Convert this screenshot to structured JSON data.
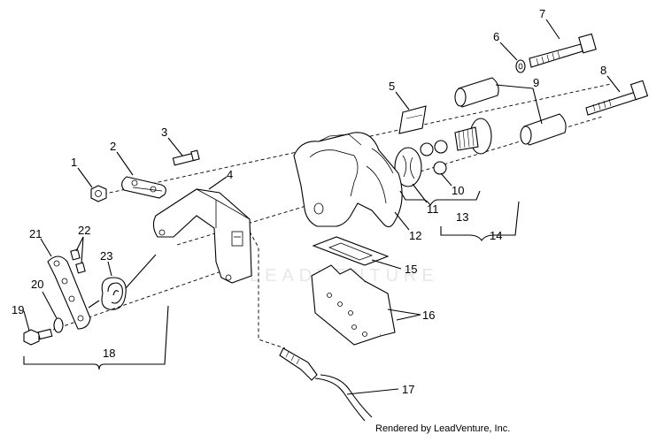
{
  "callouts": {
    "c1": "1",
    "c2": "2",
    "c3": "3",
    "c4": "4",
    "c5": "5",
    "c6": "6",
    "c7": "7",
    "c8": "8",
    "c9": "9",
    "c10": "10",
    "c11": "11",
    "c12": "12",
    "c13": "13",
    "c14": "14",
    "c15": "15",
    "c16": "16",
    "c17": "17",
    "c18": "18",
    "c19": "19",
    "c20": "20",
    "c21": "21",
    "c22": "22",
    "c23": "23"
  },
  "footer": "Rendered by LeadVenture, Inc.",
  "watermark": "LEADVENTURE"
}
